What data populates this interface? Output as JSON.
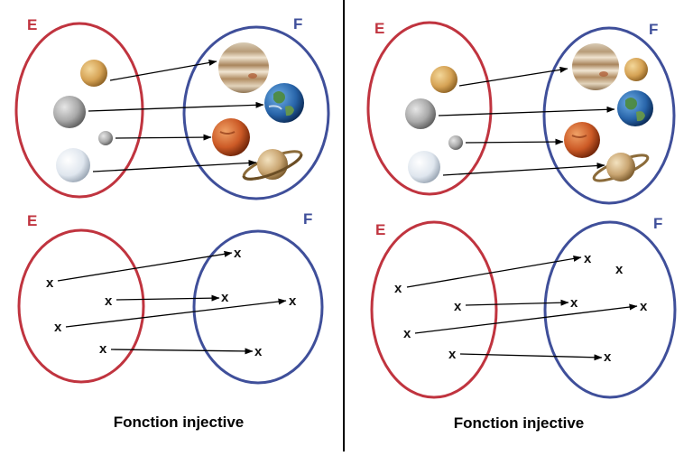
{
  "colors": {
    "set_e": "#c0343f",
    "set_f": "#3f4f9a",
    "divider": "#000000",
    "arrow": "#000000"
  },
  "panels": [
    {
      "planets_diagram": {
        "label_e": "E",
        "label_f": "F",
        "domain": [
          "venus-icon",
          "moon-icon",
          "small-moon-icon",
          "white-moon-icon"
        ],
        "codomain": [
          "jupiter-icon",
          "earth-icon",
          "mars-icon",
          "saturn-icon"
        ]
      },
      "x_diagram": {
        "label_e": "E",
        "label_f": "F",
        "domain_marks": [
          "x",
          "x",
          "x",
          "x"
        ],
        "codomain_marks": [
          "x",
          "x",
          "x",
          "x"
        ]
      },
      "caption": "Fonction injective"
    },
    {
      "planets_diagram": {
        "label_e": "E",
        "label_f": "F",
        "domain": [
          "venus-icon",
          "moon-icon",
          "small-moon-icon",
          "white-moon-icon"
        ],
        "codomain": [
          "jupiter-icon",
          "venus-icon",
          "earth-icon",
          "mars-icon",
          "saturn-icon"
        ]
      },
      "x_diagram": {
        "label_e": "E",
        "label_f": "F",
        "domain_marks": [
          "x",
          "x",
          "x",
          "x"
        ],
        "codomain_marks": [
          "x",
          "x",
          "x",
          "x",
          "x"
        ]
      },
      "caption": "Fonction injective"
    }
  ]
}
